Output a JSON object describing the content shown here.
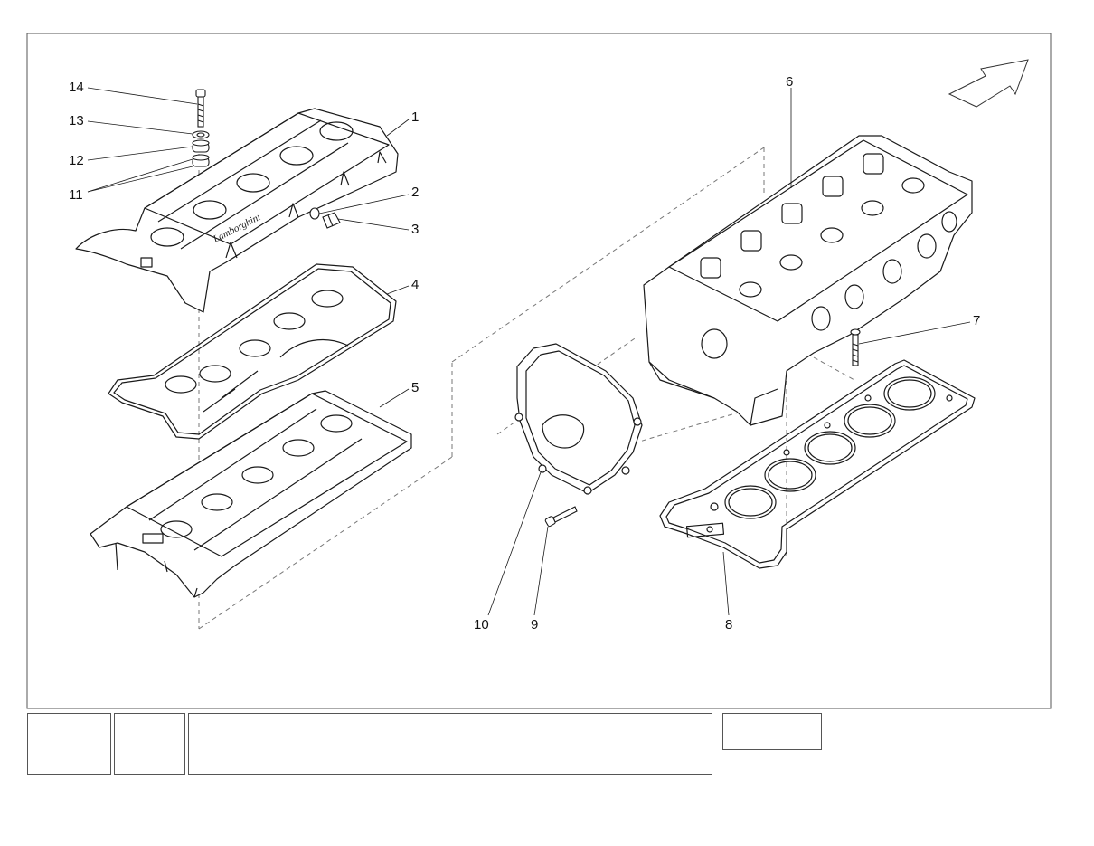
{
  "diagram": {
    "callouts": [
      {
        "id": "1",
        "label": "1"
      },
      {
        "id": "2",
        "label": "2"
      },
      {
        "id": "3",
        "label": "3"
      },
      {
        "id": "4",
        "label": "4"
      },
      {
        "id": "5",
        "label": "5"
      },
      {
        "id": "6",
        "label": "6"
      },
      {
        "id": "7",
        "label": "7"
      },
      {
        "id": "8",
        "label": "8"
      },
      {
        "id": "9",
        "label": "9"
      },
      {
        "id": "10",
        "label": "10"
      },
      {
        "id": "11",
        "label": "11"
      },
      {
        "id": "12",
        "label": "12"
      },
      {
        "id": "13",
        "label": "13"
      },
      {
        "id": "14",
        "label": "14"
      }
    ],
    "parts": [
      "valve-cover",
      "valve-cover-gasket",
      "camshaft-carrier",
      "cylinder-head",
      "head-bolt",
      "head-gasket",
      "timing-cover",
      "cover-bolt",
      "fitting",
      "seal-ring",
      "bolt",
      "washer",
      "grommet"
    ],
    "colors": {
      "line": "#1a1a1a",
      "frame": "#555555",
      "dash": "#777777",
      "background": "#ffffff"
    }
  },
  "title_block": {
    "cells": [
      "",
      "",
      "",
      ""
    ]
  }
}
